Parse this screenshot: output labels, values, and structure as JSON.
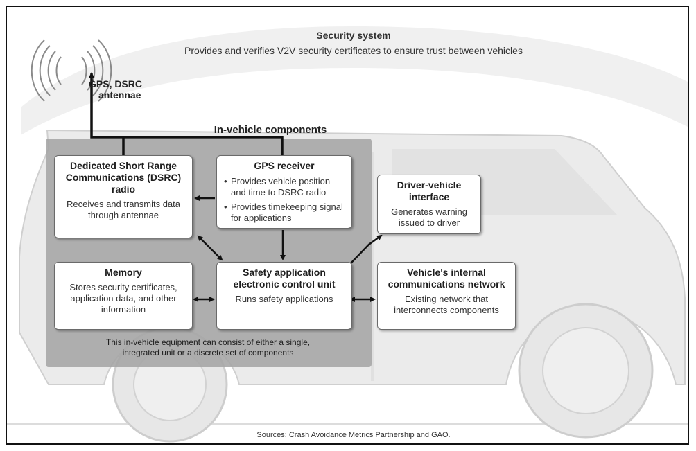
{
  "security": {
    "title": "Security system",
    "desc": "Provides and verifies V2V security certificates to ensure trust between vehicles"
  },
  "antenna": {
    "label_line1": "GPS, DSRC",
    "label_line2": "antennae"
  },
  "in_vehicle": {
    "title": "In-vehicle components",
    "footnote_line1": "This in-vehicle equipment can consist of either a single,",
    "footnote_line2": "integrated unit or a discrete set of components"
  },
  "boxes": {
    "dsrc": {
      "title": "Dedicated Short Range Communications (DSRC) radio",
      "desc": "Receives and transmits data through antennae"
    },
    "gps": {
      "title": "GPS receiver",
      "bullets": [
        "Provides vehicle position and time to DSRC radio",
        "Provides timekeeping signal for applications"
      ]
    },
    "driver": {
      "title": "Driver-vehicle interface",
      "desc": "Generates warning issued to driver"
    },
    "memory": {
      "title": "Memory",
      "desc": "Stores security certificates, application data, and other information"
    },
    "safety": {
      "title": "Safety application electronic control unit",
      "desc": "Runs safety applications"
    },
    "network": {
      "title": "Vehicle's internal communications network",
      "desc": "Existing network that interconnects components"
    }
  },
  "sources": "Sources: Crash Avoidance Metrics Partnership and GAO."
}
